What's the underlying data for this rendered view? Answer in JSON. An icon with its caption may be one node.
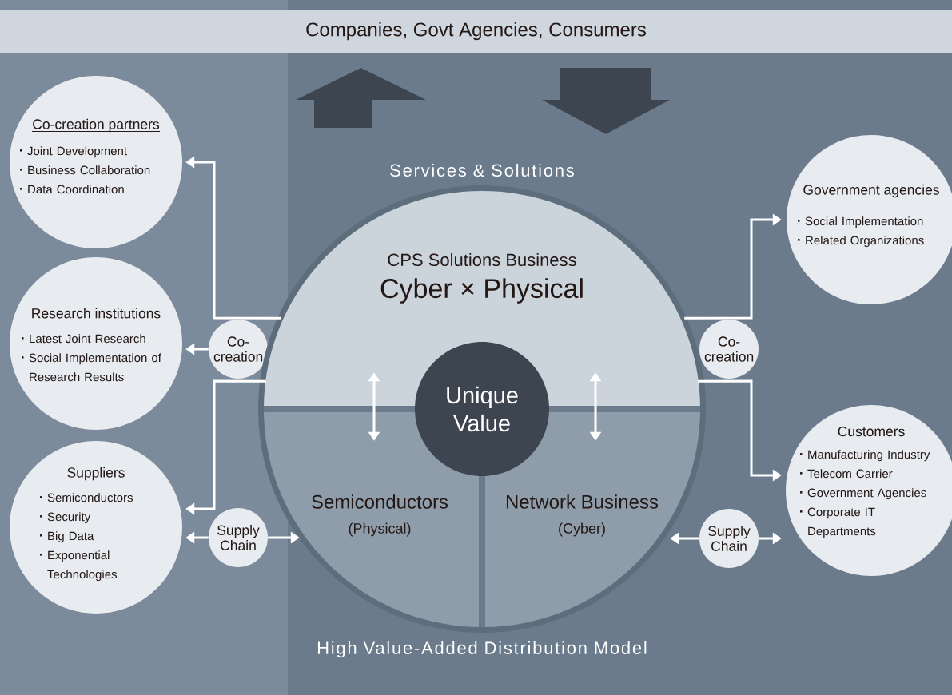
{
  "diagram": {
    "nodes": [
      {
        "text": [
          "Companies, Govt Agencies, Consumers"
        ]
      },
      {
        "text": [
          "Co-creation partners",
          "Joint Development",
          "Business Collaboration",
          "Data Coordination"
        ]
      },
      {
        "text": [
          "Research institutions",
          "Latest Joint Research",
          "Social Implementation of Research Results"
        ]
      },
      {
        "text": [
          "Suppliers",
          "Semiconductors",
          "Security",
          "Big Data",
          "Exponential Technologies"
        ]
      },
      {
        "text": [
          "Co-creation"
        ]
      },
      {
        "text": [
          "Supply Chain"
        ]
      },
      {
        "text": [
          "Services & Solutions",
          "High Value-Added Distribution Model"
        ]
      },
      {
        "text": [
          "CPS Solutions Business",
          "Cyber × Physical"
        ],
        "in": 6
      },
      {
        "text": [
          "Semiconductors",
          "(Physical)"
        ],
        "in": 6
      },
      {
        "text": [
          "Network Business",
          "(Cyber)"
        ],
        "in": 6
      },
      {
        "text": [
          "Unique Value"
        ],
        "in": 6
      },
      {
        "text": [
          "Co-creation"
        ]
      },
      {
        "text": [
          "Supply Chain"
        ]
      },
      {
        "text": [
          "Government agencies",
          "Social Implementation",
          "Related Organizations"
        ]
      },
      {
        "text": [
          "Customers",
          "Manufacturing Industry",
          "Telecom Carrier",
          "Government Agencies",
          "Corporate IT Departments"
        ]
      }
    ],
    "edges": [
      {
        "from": 7,
        "to": 1,
        "arrow": "to"
      },
      {
        "from": 4,
        "to": 2,
        "arrow": "to"
      },
      {
        "from": 7,
        "to": 3,
        "arrow": "to"
      },
      {
        "from": 5,
        "to": 3,
        "arrow": "to"
      },
      {
        "from": 5,
        "to": 8,
        "arrow": "to"
      },
      {
        "from": 7,
        "to": 13,
        "arrow": "to"
      },
      {
        "from": 7,
        "to": 14,
        "arrow": "to"
      },
      {
        "from": 12,
        "to": 9,
        "arrow": "to"
      },
      {
        "from": 12,
        "to": 14,
        "arrow": "to"
      },
      {
        "from": 7,
        "to": 8,
        "arrow": "both"
      },
      {
        "from": 7,
        "to": 9,
        "arrow": "both"
      }
    ]
  }
}
